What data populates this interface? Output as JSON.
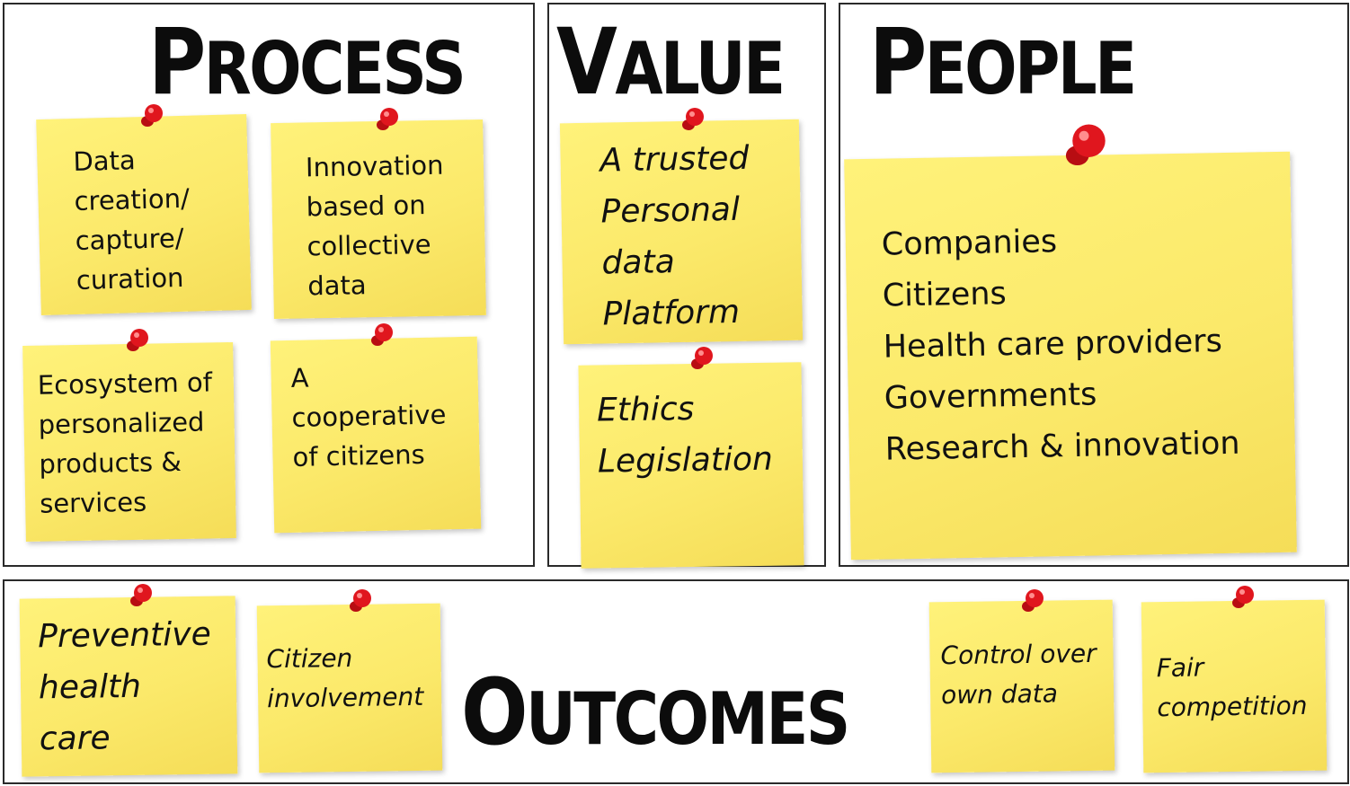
{
  "diagram": {
    "accent_colors": {
      "note": "#fbe96a",
      "pin": "#e0161e",
      "border": "#2a2a2a"
    },
    "process": {
      "heading_first": "P",
      "heading_rest": "ROCESS",
      "notes": [
        {
          "text": "Data\ncreation/\ncapture/\ncuration"
        },
        {
          "text": "Innovation\nbased on\ncollective\ndata"
        },
        {
          "text": "Ecosystem of\npersonalized\nproducts &\nservices"
        },
        {
          "text": "A\ncooperative\nof citizens"
        }
      ]
    },
    "value": {
      "heading_first": "V",
      "heading_rest": "ALUE",
      "notes": [
        {
          "text": "A trusted\nPersonal\ndata\nPlatform"
        },
        {
          "text": "Ethics\nLegislation"
        }
      ]
    },
    "people": {
      "heading_first": "P",
      "heading_rest": "EOPLE",
      "notes": [
        {
          "text": "Companies\nCitizens\nHealth care providers\nGovernments\nResearch & innovation"
        }
      ]
    },
    "outcomes": {
      "heading_first": "O",
      "heading_rest": "UTCOMES",
      "notes": [
        {
          "text": "Preventive\nhealth\ncare"
        },
        {
          "text": "Citizen\ninvolvement"
        },
        {
          "text": "Control over\nown data"
        },
        {
          "text": "Fair\ncompetition"
        }
      ]
    }
  }
}
